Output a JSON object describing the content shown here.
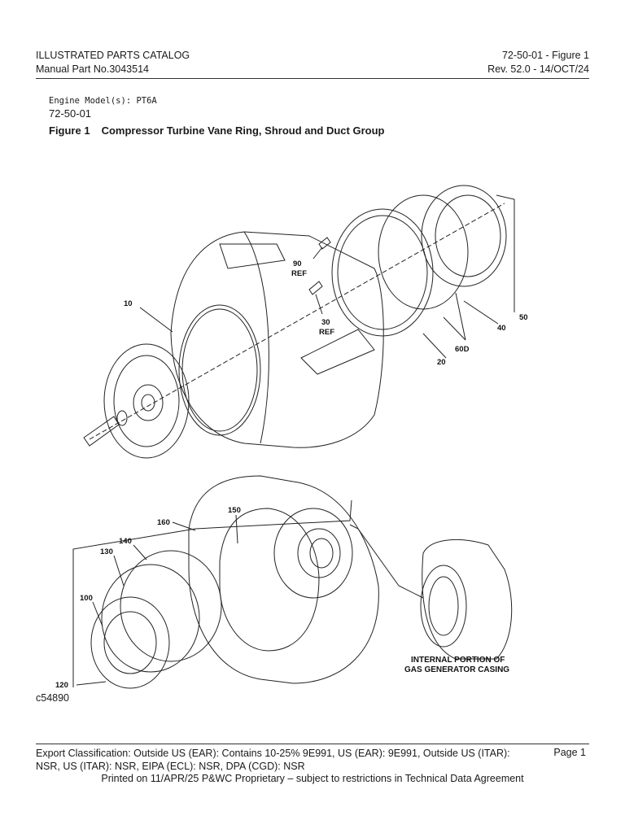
{
  "header": {
    "catalog_title": "ILLUSTRATED PARTS CATALOG",
    "manual_part": "Manual Part No.3043514",
    "figure_ref": "72-50-01 - Figure 1",
    "revision": "Rev. 52.0 - 14/OCT/24"
  },
  "figure": {
    "engine_models": "Engine Model(s): PT6A",
    "section": "72-50-01",
    "number": "Figure 1",
    "title": "Compressor Turbine Vane Ring, Shroud and Duct Group"
  },
  "callouts": {
    "c10": "10",
    "c20": "20",
    "c30": "30",
    "c30_ref": "REF",
    "c40": "40",
    "c50": "50",
    "c60d": "60D",
    "c90": "90",
    "c90_ref": "REF",
    "c100": "100",
    "c120": "120",
    "c130": "130",
    "c140": "140",
    "c150": "150",
    "c160": "160",
    "internal_line1": "INTERNAL PORTION OF",
    "internal_line2": "GAS GENERATOR CASING"
  },
  "drawing_number": "c54890",
  "footer": {
    "export_classification": "Export Classification: Outside US (EAR): Contains 10-25% 9E991, US (EAR): 9E991, Outside US (ITAR): NSR, US (ITAR): NSR, EIPA (ECL): NSR, DPA (CGD): NSR",
    "page": "Page 1",
    "printed": "Printed on 11/APR/25 P&WC Proprietary – subject to restrictions in Technical Data Agreement"
  }
}
